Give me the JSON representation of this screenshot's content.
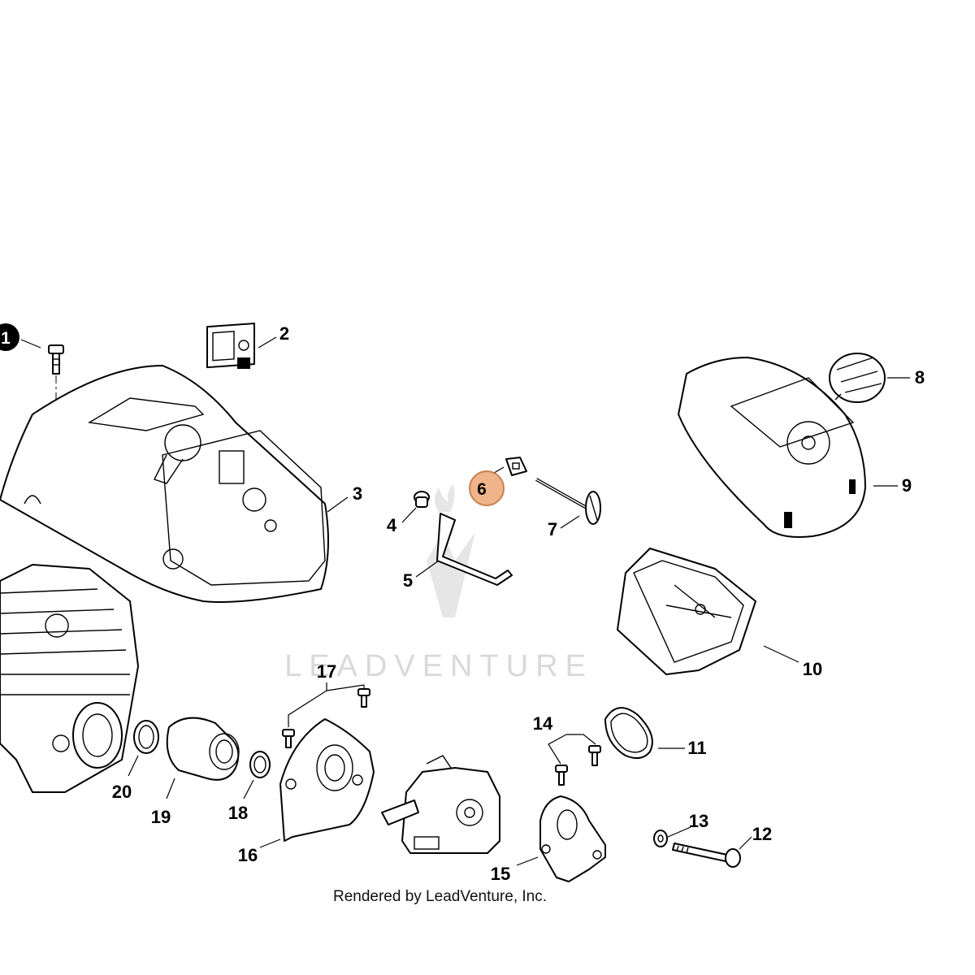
{
  "diagram": {
    "callouts": [
      {
        "id": "1",
        "label": "1",
        "style": "filled"
      },
      {
        "id": "2",
        "label": "2"
      },
      {
        "id": "3",
        "label": "3"
      },
      {
        "id": "4",
        "label": "4"
      },
      {
        "id": "5",
        "label": "5"
      },
      {
        "id": "6",
        "label": "6",
        "style": "highlighted"
      },
      {
        "id": "7",
        "label": "7"
      },
      {
        "id": "8",
        "label": "8"
      },
      {
        "id": "9",
        "label": "9"
      },
      {
        "id": "10",
        "label": "10"
      },
      {
        "id": "11",
        "label": "11"
      },
      {
        "id": "12",
        "label": "12"
      },
      {
        "id": "13",
        "label": "13"
      },
      {
        "id": "14",
        "label": "14"
      },
      {
        "id": "15",
        "label": "15"
      },
      {
        "id": "16",
        "label": "16"
      },
      {
        "id": "17",
        "label": "17"
      },
      {
        "id": "18",
        "label": "18"
      },
      {
        "id": "19",
        "label": "19"
      },
      {
        "id": "20",
        "label": "20"
      }
    ],
    "colors": {
      "line": "#000000",
      "highlight_fill": "#f0b48a",
      "highlight_stroke": "#c88150",
      "watermark": "#d9d9d9"
    }
  },
  "watermark": {
    "text": "LEADVENTURE"
  },
  "footer": {
    "text": "Rendered by LeadVenture, Inc."
  }
}
